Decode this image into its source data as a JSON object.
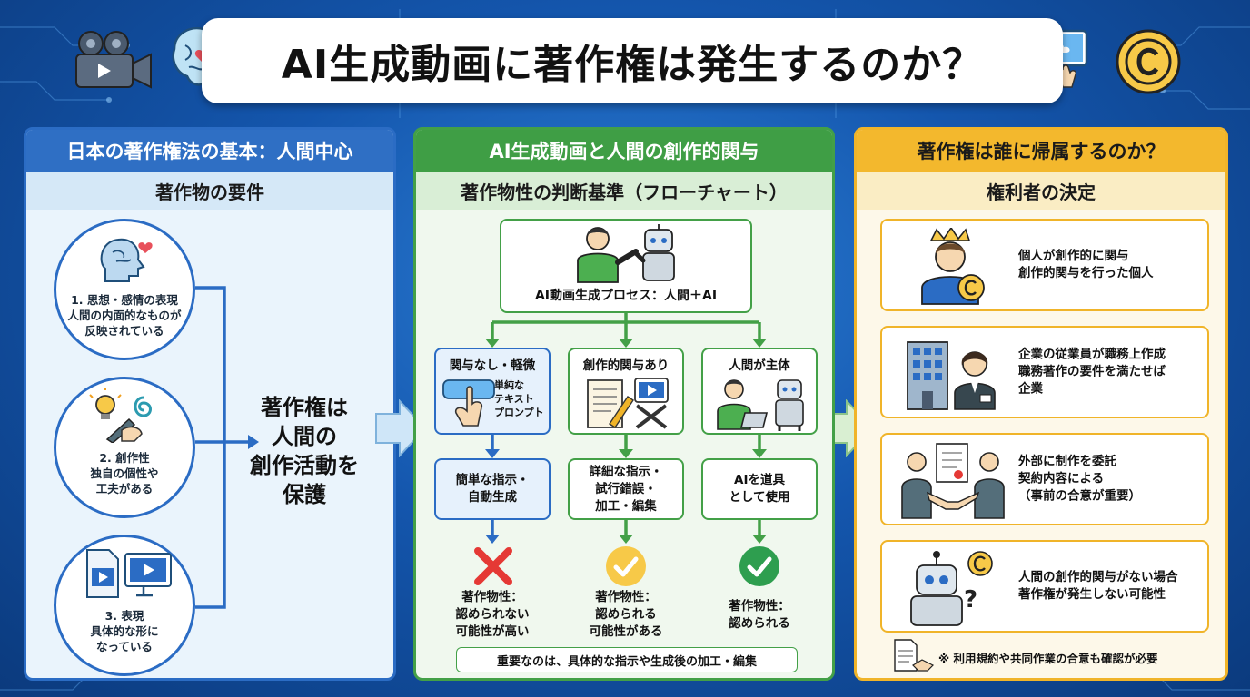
{
  "title": "AI生成動画に著作権は発生するのか？",
  "panel1": {
    "header": "日本の著作権法の基本：人間中心",
    "sub": "著作物の要件",
    "requirements": [
      {
        "lines": [
          "1. 思想・感情の表現",
          "人間の内面的なものが",
          "反映されている"
        ]
      },
      {
        "lines": [
          "2. 創作性",
          "独自の個性や",
          "工夫がある"
        ]
      },
      {
        "lines": [
          "3. 表現",
          "具体的な形に",
          "なっている"
        ]
      }
    ],
    "conclusion": [
      "著作権は",
      "人間の",
      "創作活動を",
      "保護"
    ]
  },
  "panel2": {
    "header": "AI生成動画と人間の創作的関与",
    "sub": "著作物性の判断基準（フローチャート）",
    "process_label": "AI動画生成プロセス：人間＋AI",
    "branches": [
      {
        "title": "関与なし・軽微",
        "inner_text": [
          "単純な",
          "テキスト",
          "プロンプト"
        ],
        "step": [
          "簡単な指示・",
          "自動生成"
        ],
        "result": [
          "著作物性：",
          "認められない",
          "可能性が高い"
        ],
        "mark": "cross"
      },
      {
        "title": "創作的関与あり",
        "step": [
          "詳細な指示・",
          "試行錯誤・",
          "加工・編集"
        ],
        "result": [
          "著作物性：",
          "認められる",
          "可能性がある"
        ],
        "mark": "check-yellow"
      },
      {
        "title": "人間が主体",
        "step": [
          "AIを道具",
          "として使用"
        ],
        "result": [
          "著作物性：",
          "認められる"
        ],
        "mark": "check-green"
      }
    ],
    "note": "重要なのは、具体的な指示や生成後の加工・編集"
  },
  "panel3": {
    "header": "著作権は誰に帰属するのか？",
    "sub": "権利者の決定",
    "owners": [
      {
        "lines": [
          "個人が創作的に関与",
          "創作的関与を行った個人"
        ]
      },
      {
        "lines": [
          "企業の従業員が職務上作成",
          "職務著作の要件を満たせば",
          "企業"
        ]
      },
      {
        "lines": [
          "外部に制作を委託",
          "契約内容による",
          "（事前の合意が重要）"
        ]
      },
      {
        "lines": [
          "人間の創作的関与がない場合",
          "著作権が発生しない可能性"
        ]
      }
    ],
    "footnote": "※ 利用規約や共同作業の合意も確認が必要"
  },
  "colors": {
    "blue": "#2b6cc4",
    "green": "#43a047",
    "yellow": "#f0b429",
    "red": "#e53935"
  }
}
